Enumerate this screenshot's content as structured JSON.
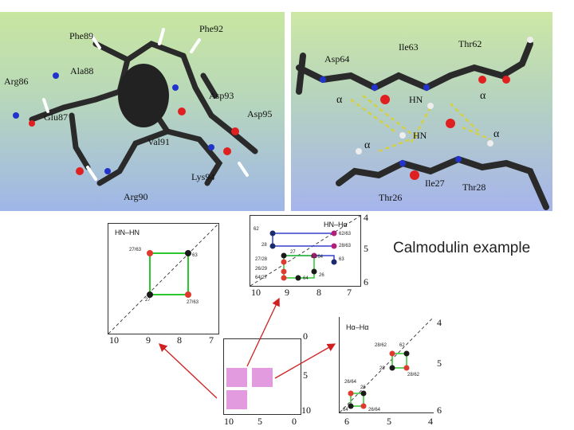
{
  "left_structure": {
    "residues": [
      "Phe89",
      "Phe92",
      "Ala88",
      "Arg86",
      "Asp93",
      "Glu87",
      "Asp95",
      "Val91",
      "Lys94",
      "Arg90"
    ]
  },
  "right_structure": {
    "residues": [
      "Ile63",
      "Thr62",
      "Asp64",
      "Thr26",
      "Ile27",
      "Thr28"
    ],
    "alpha_label": "α",
    "hn_label": "HN"
  },
  "caption": "Calmodulin example",
  "hn_hn_panel": {
    "title": "HN–HN",
    "x_ticks": [
      "10",
      "9",
      "8",
      "7"
    ],
    "peaks": [
      "27/63",
      "63",
      "27",
      "27/63"
    ]
  },
  "hn_ha_panel": {
    "title": "HN–Hα",
    "x_ticks": [
      "10",
      "9",
      "8",
      "7"
    ],
    "y_ticks": [
      "4",
      "5",
      "6"
    ],
    "peaks": [
      "62",
      "62/63",
      "28",
      "28/63",
      "27",
      "62/64",
      "27/28",
      "63",
      "26/29",
      "26",
      "64/27",
      "64"
    ]
  },
  "ha_ha_panel": {
    "title": "Hα–Hα",
    "x_ticks": [
      "6",
      "5",
      "4"
    ],
    "y_ticks": [
      "4",
      "5",
      "6"
    ],
    "peaks": [
      "28/62",
      "62",
      "28",
      "28/62",
      "26/64",
      "26",
      "64",
      "26/64"
    ]
  },
  "overview_panel": {
    "x_ticks": [
      "10",
      "5",
      "0"
    ],
    "y_ticks": [
      "0",
      "5",
      "10"
    ]
  },
  "colors": {
    "peak_red": "#e03a2e",
    "peak_black": "#1a1a1a",
    "peak_navy": "#1c2a6e",
    "peak_magenta": "#b0207a",
    "connector_green": "#2ec82e",
    "connector_blue": "#3344cc",
    "arrow_red": "#d02020",
    "region_pink": "#e39be0"
  }
}
